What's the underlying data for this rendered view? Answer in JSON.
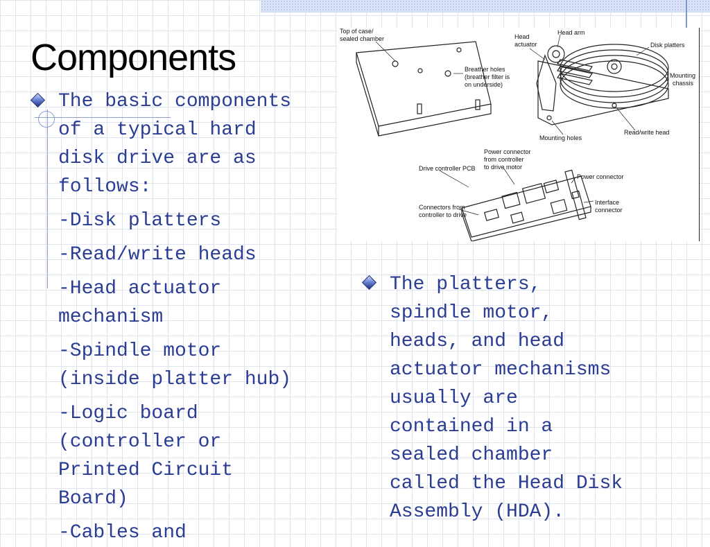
{
  "slide": {
    "title": "Components",
    "left_bullet": {
      "intro": "The basic components\nof a typical hard\ndisk drive are as\nfollows:",
      "items": [
        "-Disk platters",
        "-Read/write heads",
        "-Head actuator\nmechanism",
        "-Spindle motor\n(inside platter hub)",
        "-Logic board\n(controller or\nPrinted Circuit\nBoard)",
        "-Cables and"
      ]
    },
    "right_bullet": "The platters,\nspindle motor,\nheads, and head\nactuator mechanisms\nusually are\ncontained in a\nsealed chamber\ncalled the Head Disk\nAssembly (HDA)."
  },
  "diagram": {
    "labels": {
      "top_case": "Top of case/",
      "top_case_2": "sealed chamber",
      "head_actuator": "Head",
      "head_actuator_2": "actuator",
      "head_arm": "Head arm",
      "disk_platters": "Disk platters",
      "breather_1": "Breather holes",
      "breather_2": "(breather filter is",
      "breather_3": "on underside)",
      "mounting_chassis_1": "Mounting",
      "mounting_chassis_2": "chassis",
      "mounting_holes": "Mounting holes",
      "read_write_head": "Read/write head",
      "power_conn_ctrl_1": "Power connector",
      "power_conn_ctrl_2": "from controller",
      "power_conn_ctrl_3": "to drive motor",
      "drive_controller_pcb": "Drive controller PCB",
      "power_connector": "Power connector",
      "interface_connector_1": "Interface",
      "interface_connector_2": "connector",
      "connectors_1": "Connectors from",
      "connectors_2": "controller to drive"
    }
  },
  "colors": {
    "title": "#000000",
    "body_text": "#2b3d93",
    "bullet": "#3b52b8",
    "grid": "#dfe3ee",
    "accent_band": "#dbe3f6"
  },
  "icons": {
    "bullet": "diamond-bullet-icon"
  }
}
